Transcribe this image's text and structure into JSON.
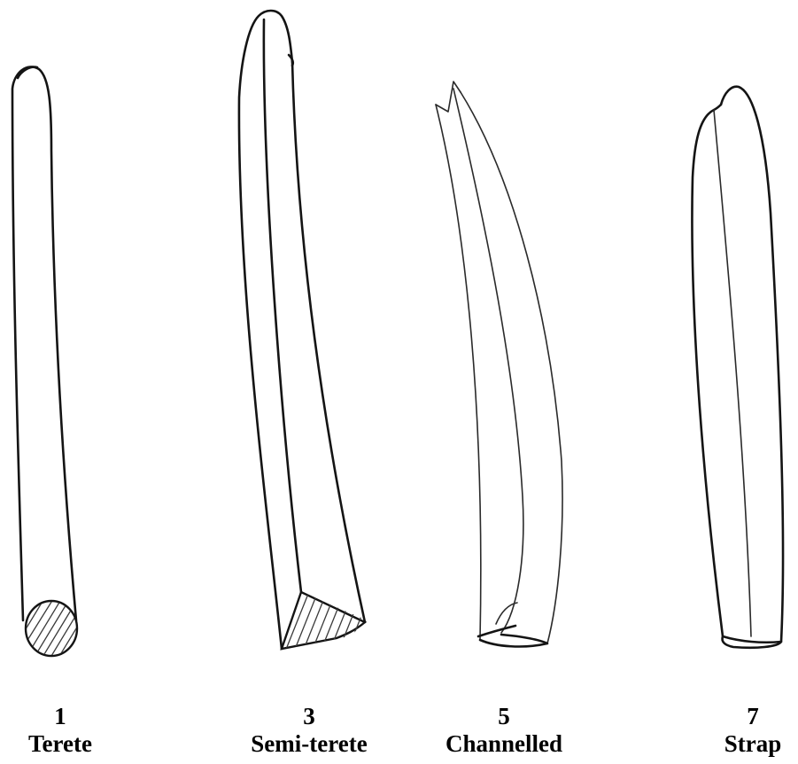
{
  "figure": {
    "leaf_forms": [
      {
        "number": "1",
        "name": "Terete"
      },
      {
        "number": "3",
        "name": "Semi-terete"
      },
      {
        "number": "5",
        "name": "Channelled"
      },
      {
        "number": "7",
        "name": "Strap"
      }
    ]
  }
}
